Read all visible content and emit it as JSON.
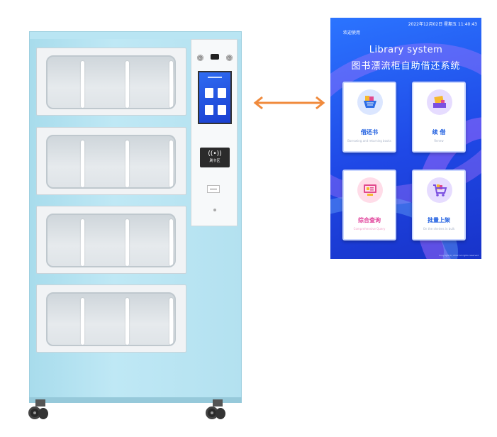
{
  "cabinet": {
    "card_reader_label": "刷卡区",
    "card_reader_symbol": "((•))"
  },
  "screen": {
    "status_datetime": "2022年12月02日 星期五  11:40:43",
    "welcome_text": "欢迎使用",
    "title_en": "Library system",
    "title_cn": "图书漂流柜自助借还系统",
    "tiles": [
      {
        "label_cn": "借还书",
        "label_en": "Borrowing and returning books",
        "color": "#1f5fe0",
        "icon": "basket-books-icon"
      },
      {
        "label_cn": "续 借",
        "label_en": "Renew",
        "color": "#1f5fe0",
        "icon": "book-renew-icon"
      },
      {
        "label_cn": "综合查询",
        "label_en": "Comprehensive Query",
        "color": "#e0409a",
        "icon": "computer-query-icon"
      },
      {
        "label_cn": "批量上架",
        "label_en": "On the shelves in bulk",
        "color": "#1f5fe0",
        "icon": "cart-icon"
      }
    ],
    "footer": "Copyright(C) 2022 All rights reserved"
  },
  "colors": {
    "cabinet_blue": "#b3e1f0",
    "screen_blue": "#1f48e6",
    "arrow_orange": "#f08a3c"
  }
}
